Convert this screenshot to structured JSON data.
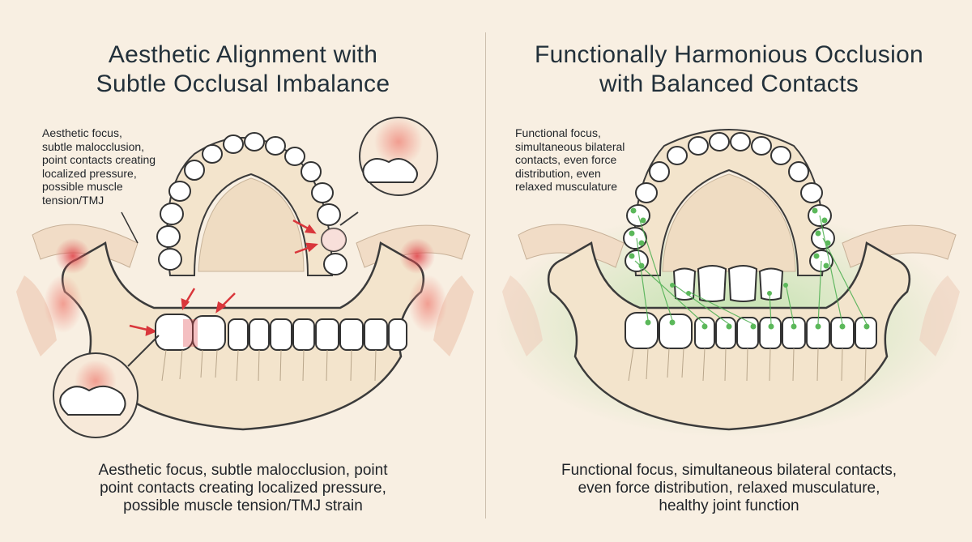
{
  "left": {
    "title_lines": [
      "Aesthetic Alignment with",
      "Subtle Occlusal Imbalance"
    ],
    "side_note_lines": [
      "Aesthetic focus,",
      "subtle malocclusion,",
      "point contacts creating",
      "localized pressure,",
      "possible muscle",
      "tension/TMJ"
    ],
    "caption_lines": [
      "Aesthetic focus, subtle malocclusion, point",
      "point contacts creating localized pressure,",
      "possible muscle tension/TMJ strain"
    ],
    "accent_color": "#e0474c"
  },
  "right": {
    "title_lines": [
      "Functionally Harmonious Occlusion",
      "with Balanced Contacts"
    ],
    "side_note_lines": [
      "Functional focus,",
      "simultaneous bilateral",
      "contacts, even force",
      "distribution, even",
      "relaxed musculature"
    ],
    "caption_lines": [
      "Functional focus, simultaneous bilateral contacts,",
      "even force distribution, relaxed musculature,",
      "healthy joint function"
    ],
    "accent_color": "#4caf50"
  }
}
